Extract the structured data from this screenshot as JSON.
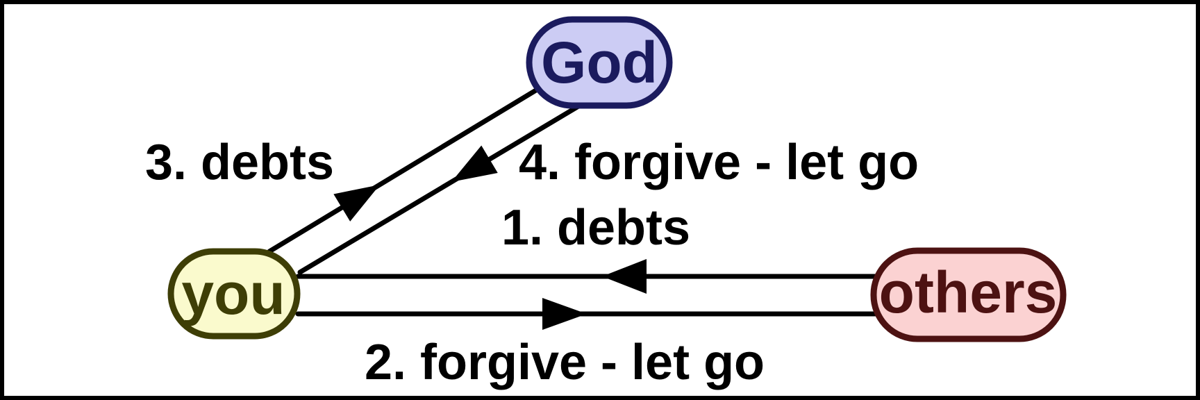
{
  "canvas": {
    "background": "#ffffff",
    "frame_color": "#000000"
  },
  "colors": {
    "edge": "#000000",
    "edge_label": "#000000"
  },
  "nodes": {
    "god": {
      "label": "God",
      "fill": "#ccccf4",
      "stroke": "#1b1b5e",
      "text_color": "#1b1b5e"
    },
    "you": {
      "label": "you",
      "fill": "#fafacd",
      "stroke": "#3e3e06",
      "text_color": "#3e3e06"
    },
    "others": {
      "label": "others",
      "fill": "#fbd2d2",
      "stroke": "#4d1212",
      "text_color": "#4d1212"
    }
  },
  "edges": {
    "debts_others_to_you": {
      "label": "1. debts",
      "from": "others",
      "to": "you"
    },
    "forgive_you_to_others": {
      "label": "2. forgive - let go",
      "from": "you",
      "to": "others"
    },
    "debts_you_to_god": {
      "label": "3. debts",
      "from": "you",
      "to": "god"
    },
    "forgive_god_to_you": {
      "label": "4. forgive - let go",
      "from": "god",
      "to": "you"
    }
  }
}
